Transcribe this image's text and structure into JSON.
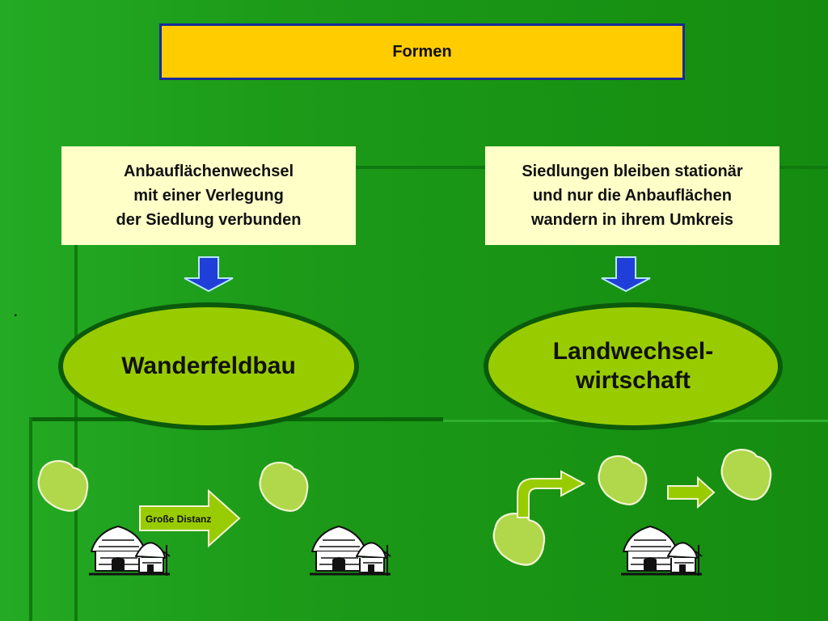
{
  "title": "Formen",
  "left": {
    "description": "Anbauflächenwechsel\nmit einer Verlegung\nder Siedlung verbunden",
    "label": "Wanderfeldbau",
    "arrow_label": "Große Distanz"
  },
  "right": {
    "description": "Siedlungen bleiben stationär\nund nur die Anbauflächen\nwandern in ihrem Umkreis",
    "label": "Landwechsel-\nwirtschaft"
  },
  "marker": ".",
  "colors": {
    "background": "#1c9a18",
    "title_fill": "#ffcc00",
    "title_border": "#1a2a9a",
    "box_fill": "#ffffc8",
    "ellipse_fill": "#99cc00",
    "ellipse_border": "#0b5a0b",
    "field_fill": "#b0d84a",
    "down_arrow": "#1f3fd8"
  },
  "icons": [
    "down-arrow-icon",
    "field-icon",
    "hut-icon",
    "curved-arrow-icon",
    "right-arrow-icon"
  ]
}
